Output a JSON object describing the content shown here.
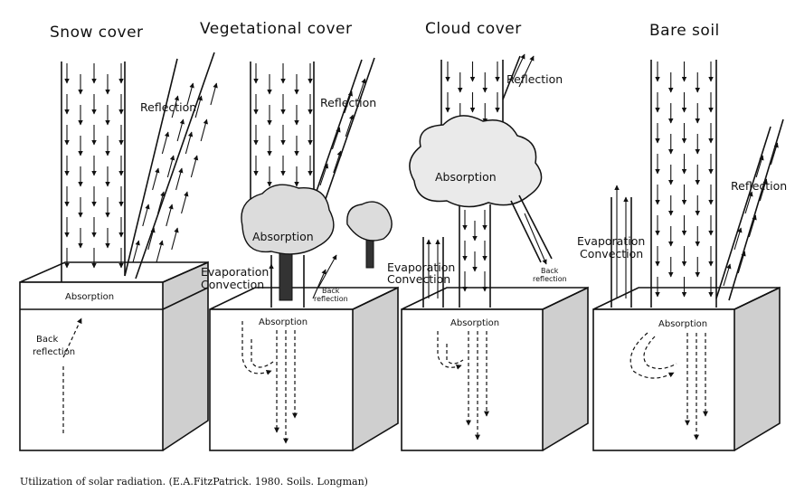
{
  "panels": [
    {
      "title": "Snow cover",
      "absorption": "Absorption",
      "back_reflection": "Back reflection",
      "reflection": "Reflection"
    },
    {
      "title": "Vegetational cover",
      "absorption_canopy": "Absorption",
      "evaporation": "Evaporation",
      "convection": "Convection",
      "back_reflection": "Back reflection",
      "absorption_soil": "Absorption",
      "reflection": "Reflection"
    },
    {
      "title": "Cloud cover",
      "absorption_cloud": "Absorption",
      "evaporation": "Evaporation",
      "convection": "Convection",
      "back_reflection": "Back reflection",
      "absorption_soil": "Absorption",
      "reflection": "Reflection"
    },
    {
      "title": "Bare soil",
      "evaporation": "Evaporation",
      "convection": "Convection",
      "absorption_soil": "Absorption",
      "reflection": "Reflection"
    }
  ],
  "caption": "Utilization of solar radiation.  (E.A.FitzPatrick. 1980. Soils. Longman)"
}
